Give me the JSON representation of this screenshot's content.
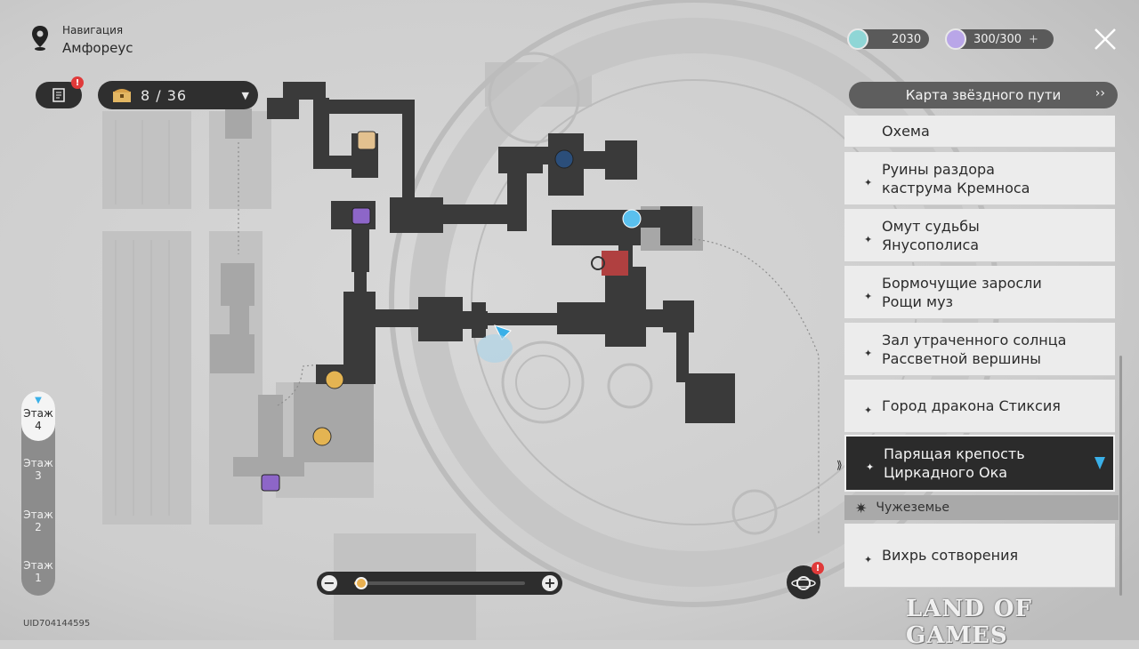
{
  "navigation": {
    "title": "Навигация",
    "location": "Амфореус"
  },
  "quest": {
    "badge": "!"
  },
  "chests": {
    "text": "8 / 36"
  },
  "currencies": [
    {
      "name": "stellar-jade",
      "value": "2030",
      "color": "#8fd6d6"
    },
    {
      "name": "trailblaze-power",
      "value": "300/300",
      "color": "#b9a6e8",
      "plus": "+"
    }
  ],
  "panel": {
    "star_route": "Карта звёздного пути",
    "items": [
      {
        "label": "Охема"
      },
      {
        "label": "Руины раздора\nкаструма Кремноса"
      },
      {
        "label": "Омут судьбы\nЯнусополиса"
      },
      {
        "label": "Бормочущие заросли\nРощи муз"
      },
      {
        "label": "Зал утраченного солнца\nРассветной вершины"
      },
      {
        "label": "Город дракона Стиксия"
      },
      {
        "label": "Парящая крепость\nЦиркадного Ока",
        "selected": true
      }
    ],
    "section": "Чужеземье",
    "items2": [
      {
        "label": "Вихрь сотворения"
      }
    ]
  },
  "floors": {
    "label": "Этаж",
    "list": [
      {
        "num": "4",
        "active": true
      },
      {
        "num": "3"
      },
      {
        "num": "2"
      },
      {
        "num": "1"
      }
    ]
  },
  "zoom": {
    "level": 0.04
  },
  "uid": "UID704144595",
  "watermark": "LAND OF GAMES",
  "colors": {
    "selected_marker": "#3ab0e8",
    "badge": "#e03a3a",
    "accent_gold": "#e9b050"
  }
}
